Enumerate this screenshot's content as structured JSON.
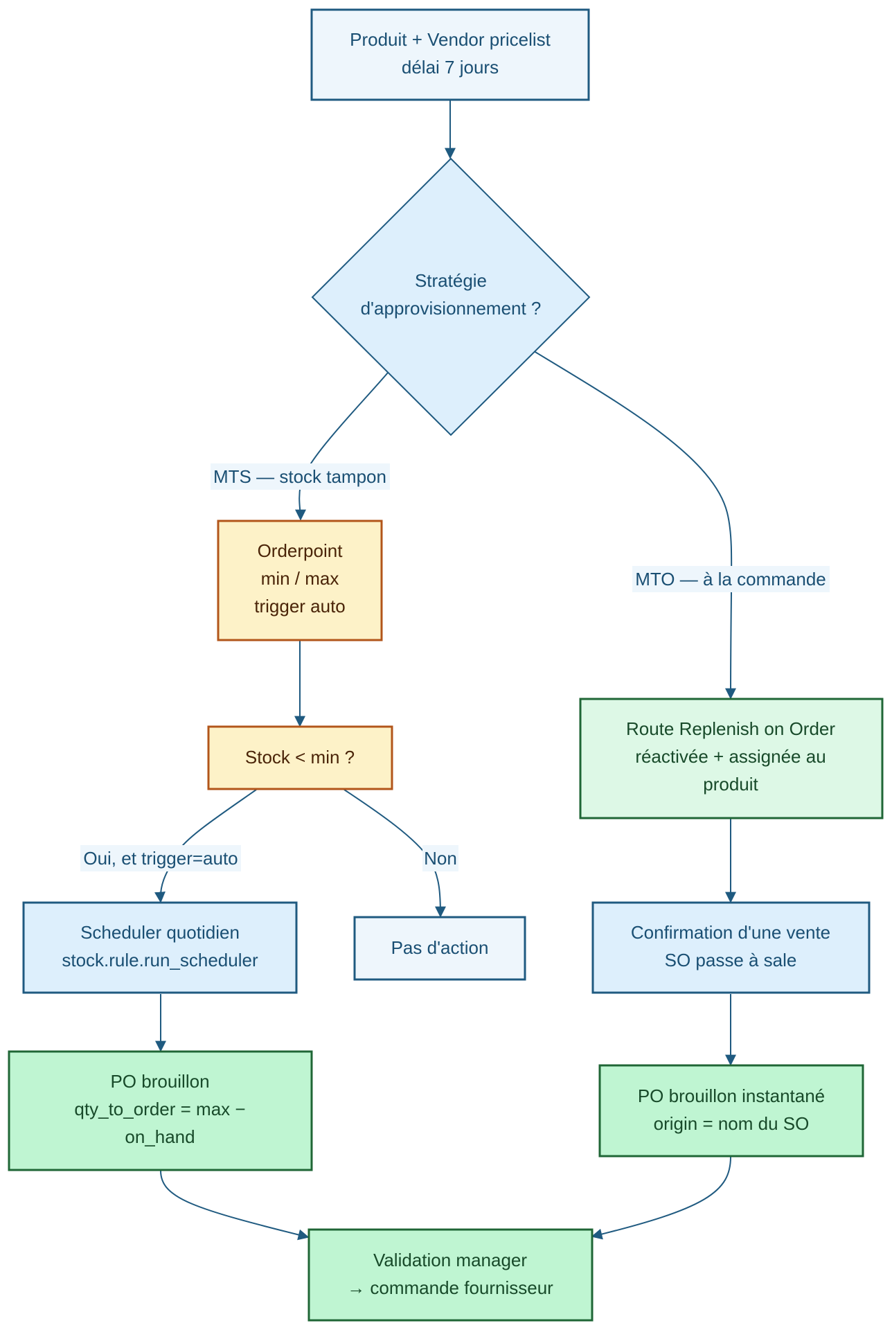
{
  "colors": {
    "edge": "#1f5a80",
    "edge_label_bg": "#eef6fc",
    "blue_light_fill": "#eef6fc",
    "blue_fill": "#ddeffc",
    "blue_stroke": "#1f5a80",
    "blue_text": "#1a4f73",
    "yellow_fill": "#fdf2c8",
    "orange_stroke": "#b2551a",
    "brown_text": "#4a2408",
    "green_light_fill": "#ddf8e6",
    "green_fill": "#bff5d2",
    "green_stroke": "#1f6636",
    "green_text": "#184a2a"
  },
  "nodes": {
    "produit": {
      "lines": [
        "Produit + Vendor pricelist",
        "délai 7 jours"
      ]
    },
    "strategie": {
      "lines": [
        "Stratégie",
        "d'approvisionnement ?"
      ]
    },
    "orderpoint": {
      "lines": [
        "Orderpoint",
        "min / max",
        "trigger auto"
      ]
    },
    "stock_min": {
      "lines": [
        "Stock < min ?"
      ]
    },
    "route_replenish": {
      "lines": [
        "Route Replenish on Order",
        "réactivée + assignée au",
        "produit"
      ]
    },
    "scheduler": {
      "lines": [
        "Scheduler quotidien",
        "stock.rule.run_scheduler"
      ]
    },
    "pas_action": {
      "lines": [
        "Pas d'action"
      ]
    },
    "confirmation": {
      "lines": [
        "Confirmation d'une vente",
        "SO passe à sale"
      ]
    },
    "po_brouillon": {
      "lines": [
        "PO brouillon",
        "qty_to_order = max −",
        "on_hand"
      ]
    },
    "po_instantane": {
      "lines": [
        "PO brouillon instantané",
        "origin = nom du SO"
      ]
    },
    "validation": {
      "lines": [
        "Validation manager",
        "→ commande fournisseur"
      ]
    }
  },
  "edge_labels": {
    "mts": "MTS — stock tampon",
    "mto": "MTO — à la commande",
    "oui": "Oui, et trigger=auto",
    "non": "Non"
  }
}
